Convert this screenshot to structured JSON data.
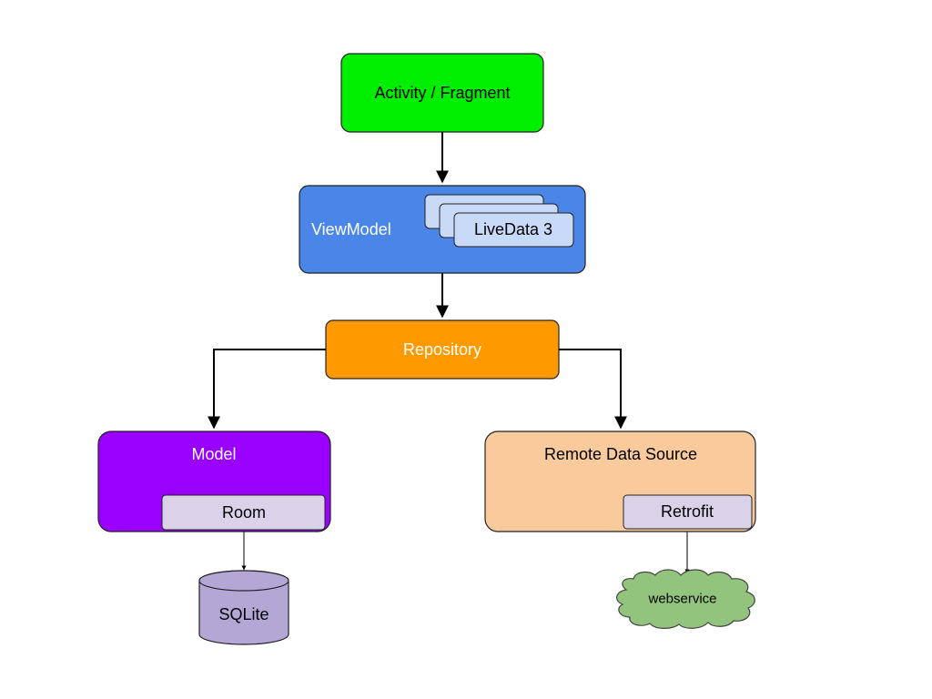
{
  "diagram": {
    "nodes": {
      "activity": {
        "label": "Activity / Fragment",
        "fill": "#00ee00"
      },
      "viewmodel": {
        "label": "ViewModel",
        "fill": "#4a86e8"
      },
      "livedata": {
        "label": "LiveData 3",
        "fill": "#c9daf8"
      },
      "repository": {
        "label": "Repository",
        "fill": "#ff9900"
      },
      "model": {
        "label": "Model",
        "fill": "#9900ff"
      },
      "room": {
        "label": "Room",
        "fill": "#d9d2e9"
      },
      "sqlite": {
        "label": "SQLite",
        "fill": "#b4a7d6"
      },
      "remote": {
        "label": "Remote Data Source",
        "fill": "#f9cb9c"
      },
      "retrofit": {
        "label": "Retrofit",
        "fill": "#d9d2e9"
      },
      "webservice": {
        "label": "webservice",
        "fill": "#93c47d"
      }
    },
    "edges": [
      {
        "from": "activity",
        "to": "viewmodel"
      },
      {
        "from": "viewmodel",
        "to": "repository"
      },
      {
        "from": "repository",
        "to": "model"
      },
      {
        "from": "repository",
        "to": "remote"
      },
      {
        "from": "room",
        "to": "sqlite"
      },
      {
        "from": "retrofit",
        "to": "webservice"
      }
    ]
  }
}
